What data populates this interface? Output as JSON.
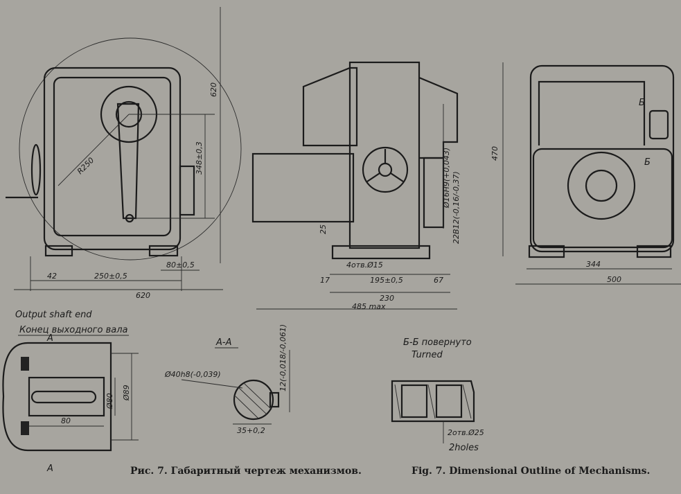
{
  "dimensions": {
    "v620": "620",
    "d250": "R250",
    "d348": "348±0,3",
    "h80": "80±0,5",
    "h42": "42",
    "h250": "250±0,5",
    "h620": "620",
    "v25": "25",
    "holes4": "4отв.Ø15",
    "h17": "17",
    "h195": "195±0,5",
    "h67": "67",
    "h230": "230",
    "h485": "485 max",
    "d16h9": "Ø16H9(+0,043)",
    "d22": "22В12(-0,16/-0,37)",
    "v470": "470",
    "h344": "344",
    "h500": "500",
    "d89": "Ø89",
    "d80": "Ø80",
    "h80b": "80",
    "d40": "Ø40h8(-0,039)",
    "v12": "12(-0,018/-0,061)",
    "h35": "35+0,2",
    "holes2": "2отв.Ø25"
  },
  "labels": {
    "output_en": "Output shaft end",
    "output_ru": "Конец выходного вала",
    "section_aa": "А-А",
    "section_bb": "Б-Б повернуто",
    "turned": "Turned",
    "two_holes": "2holes",
    "mark_a": "А",
    "mark_b": "Б"
  },
  "captions": {
    "ru": "Рис. 7. Габаритный чертеж механизмов.",
    "en": "Fig. 7. Dimensional Outline of Mechanisms."
  }
}
